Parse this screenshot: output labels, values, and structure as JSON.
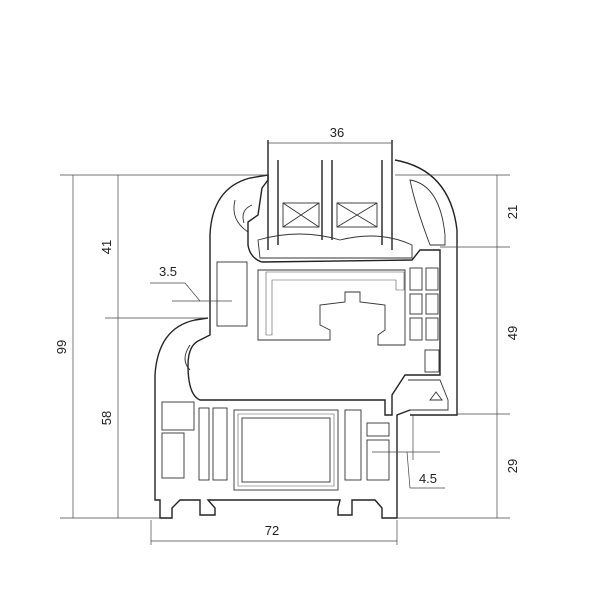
{
  "drawing": {
    "dimensions": {
      "glass_width": "36",
      "total_height": "99",
      "sash_upper": "41",
      "frame_lower": "58",
      "wall_thickness_left": "3.5",
      "total_depth": "72",
      "right_top": "21",
      "right_middle": "49",
      "right_bottom": "29",
      "wall_thickness_right": "4.5"
    },
    "colors": {
      "line": "#222222",
      "background": "#ffffff"
    }
  }
}
